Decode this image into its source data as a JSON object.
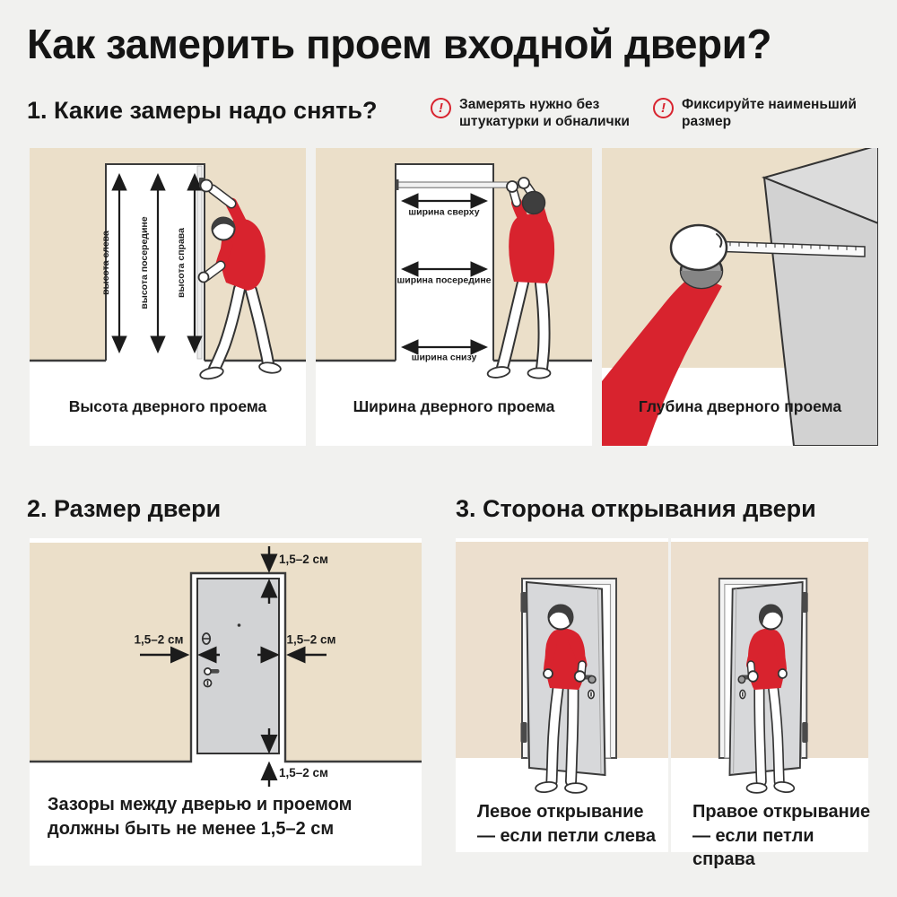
{
  "title": "Как замерить проем входной двери?",
  "icons": {
    "exclamation": "!"
  },
  "colors": {
    "accent_red": "#d8232e",
    "wall_beige": "#ebdfc9",
    "door_gray": "#d2d3d5",
    "ink": "#1c1c1c",
    "background": "#f1f1ef"
  },
  "section1": {
    "heading": "1. Какие замеры надо снять?",
    "warning1": "Замерять нужно без штукатурки и обналички",
    "warning2": "Фиксируйте наименьший размер",
    "panel_height": {
      "caption": "Высота дверного проема",
      "labels": {
        "left": "высота слева",
        "middle": "высота посередине",
        "right": "высота справа"
      }
    },
    "panel_width": {
      "caption": "Ширина дверного проема",
      "labels": {
        "top": "ширина сверху",
        "middle": "ширина посередине",
        "bottom": "ширина снизу"
      }
    },
    "panel_depth": {
      "caption": "Глубина дверного проема"
    }
  },
  "section2": {
    "heading": "2. Размер двери",
    "gap": "1,5–2 см",
    "caption": "Зазоры между дверью и проемом должны быть не менее 1,5–2 см"
  },
  "section3": {
    "heading": "3. Сторона открывания двери",
    "left_panel": {
      "caption": "Левое открывание — если петли слева"
    },
    "right_panel": {
      "caption": "Правое открывание — если петли справа"
    }
  }
}
